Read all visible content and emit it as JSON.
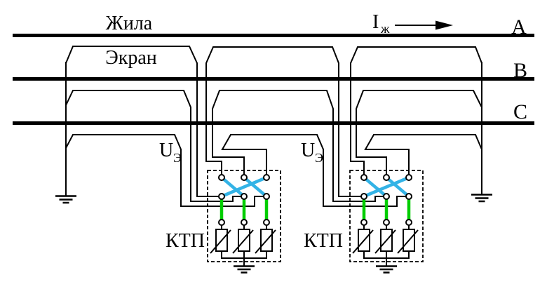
{
  "diagram": {
    "labels": {
      "core": "Жила",
      "screen": "Экран",
      "current_main": "I",
      "current_sub": "ж",
      "screen_voltage_main": "U",
      "screen_voltage_sub": "Э",
      "box": "КТП"
    },
    "phases": [
      "A",
      "B",
      "C"
    ],
    "colors": {
      "wire": "#000000",
      "transposition_link": "#33b3e6",
      "arrester_link": "#00cd00"
    }
  }
}
